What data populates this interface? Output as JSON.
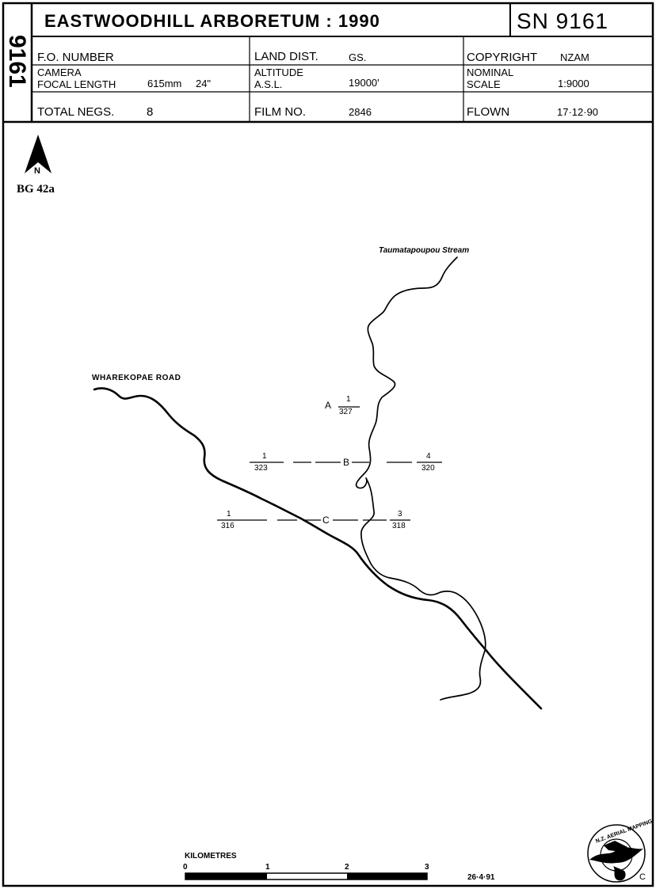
{
  "header": {
    "title": "EASTWOODHILL ARBORETUM : 1990",
    "sn": "SN 9161",
    "side_number": "9161"
  },
  "info": {
    "fo_number_label": "F.O. NUMBER",
    "land_dist_label": "LAND DIST.",
    "land_dist_value": "GS.",
    "copyright_label": "COPYRIGHT",
    "copyright_value": "NZAM",
    "camera_label": "CAMERA",
    "focal_length_label": "FOCAL LENGTH",
    "focal_length_value": "615mm 24\"",
    "altitude_label": "ALTITUDE",
    "asl_label": "A.S.L.",
    "altitude_value": "19000'",
    "nominal_label": "NOMINAL",
    "scale_label": "SCALE",
    "scale_value": "1:9000",
    "total_negs_label": "TOTAL NEGS.",
    "total_negs_value": "8",
    "film_no_label": "FILM NO.",
    "film_no_value": "2846",
    "flown_label": "FLOWN",
    "flown_value": "17·12·90"
  },
  "map": {
    "north_label": "N",
    "sheet_ref": "BG 42a",
    "stream_name": "Taumatapoupou Stream",
    "road_name": "WHAREKOPAE ROAD",
    "photo_points": [
      {
        "id": "A",
        "run": "1",
        "frame": "327"
      },
      {
        "id": "B",
        "start_run": "1",
        "start_frame": "323",
        "end_run": "4",
        "end_frame": "320"
      },
      {
        "id": "C",
        "start_run": "1",
        "start_frame": "316",
        "end_run": "3",
        "end_frame": "318"
      }
    ]
  },
  "scale_bar": {
    "title": "KILOMETRES",
    "ticks": [
      "0",
      "1",
      "2",
      "3"
    ]
  },
  "footer": {
    "date": "26·4·91",
    "stamp_text": "N.Z. AERIAL MAPPING",
    "corner_letter": "C"
  }
}
